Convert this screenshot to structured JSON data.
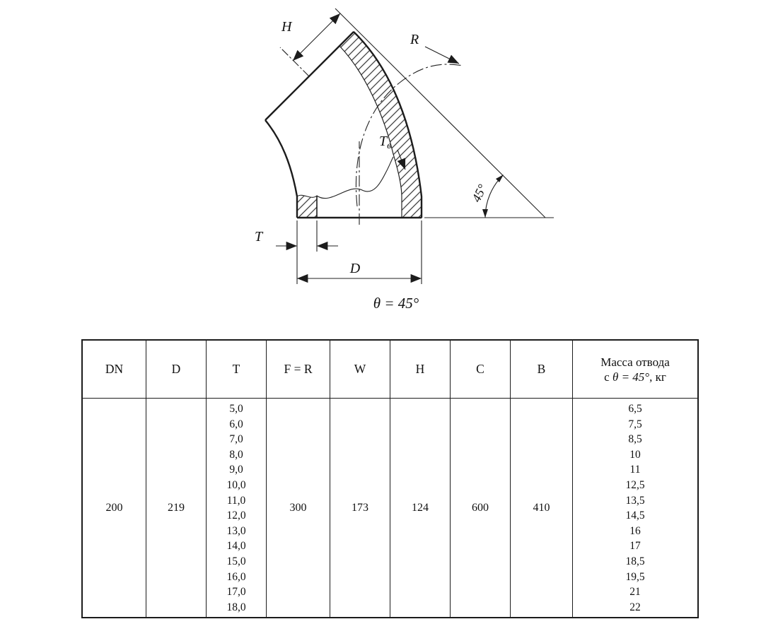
{
  "drawing": {
    "labels": {
      "h": "H",
      "r": "R",
      "t": "T",
      "d": "D",
      "tb_main": "Т",
      "tb_sub": "в",
      "angle": "45°",
      "theta_note": "θ = 45°"
    }
  },
  "table": {
    "headers": [
      "DN",
      "D",
      "T",
      "F = R",
      "W",
      "H",
      "C",
      "B"
    ],
    "mass_header_line1": "Масса отвода",
    "mass_header_prefix": "с ",
    "mass_header_italic": "θ = 45°",
    "mass_header_suffix": ", кг",
    "dn": "200",
    "d": "219",
    "f_r": "300",
    "w": "173",
    "h": "124",
    "c": "600",
    "b": "410",
    "t_values": [
      "5,0",
      "6,0",
      "7,0",
      "8,0",
      "9,0",
      "10,0",
      "11,0",
      "12,0",
      "13,0",
      "14,0",
      "15,0",
      "16,0",
      "17,0",
      "18,0"
    ],
    "mass_values": [
      "6,5",
      "7,5",
      "8,5",
      "10",
      "11",
      "12,5",
      "13,5",
      "14,5",
      "16",
      "17",
      "18,5",
      "19,5",
      "21",
      "22"
    ]
  }
}
